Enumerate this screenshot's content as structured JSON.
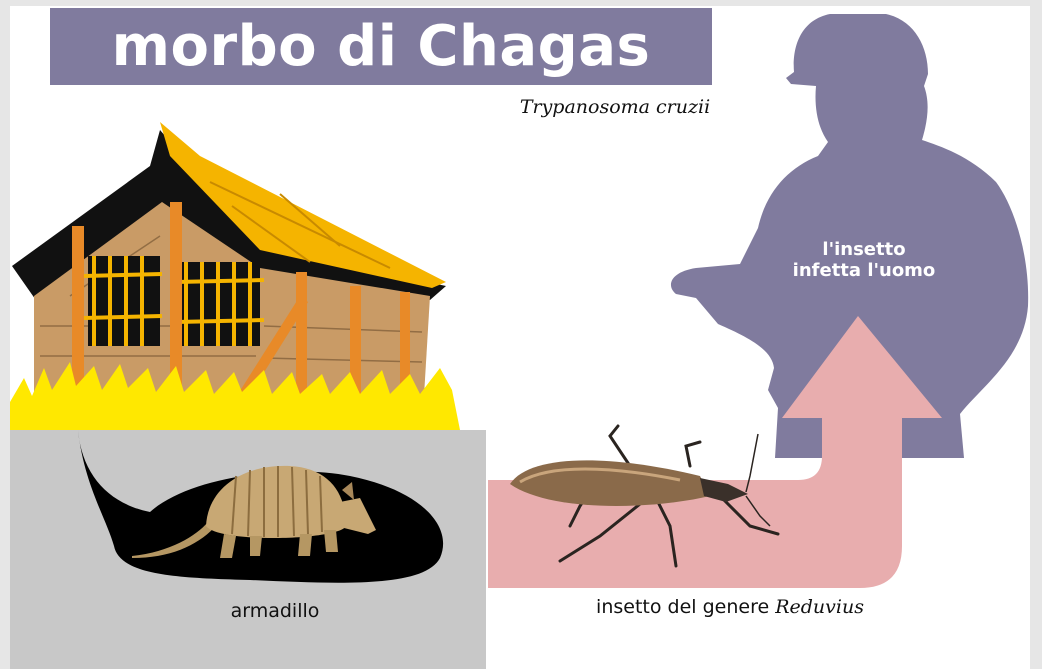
{
  "title": "morbo di Chagas",
  "parasite": "Trypanosoma cruzii",
  "labels": {
    "human_line1": "l'insetto",
    "human_line2": "infetta l'uomo",
    "armadillo": "armadillo",
    "bug_prefix": "insetto del genere ",
    "bug_genus": "Reduvius"
  },
  "colors": {
    "title_band": "#807b9e",
    "silhouette": "#807b9e",
    "arrow": "#e8adae",
    "ground": "#c8c8c8",
    "burrow": "#000000",
    "thatch": "#f5b400",
    "grass": "#ffe800",
    "wood": "#e88a28"
  }
}
